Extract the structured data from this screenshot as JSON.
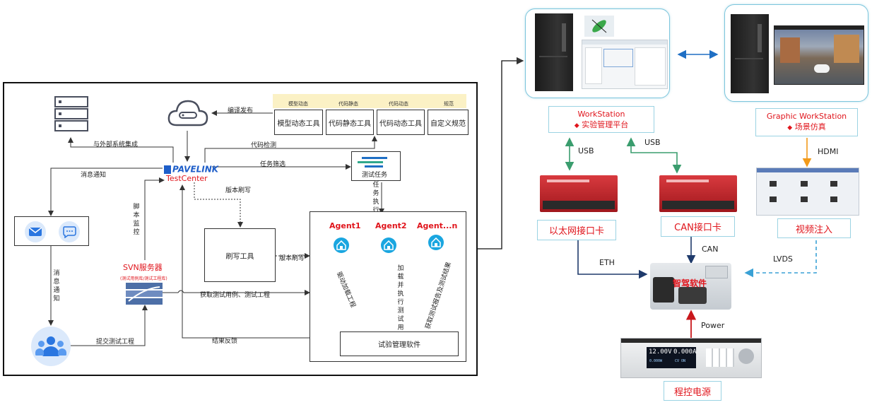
{
  "left": {
    "tools_header": [
      "模型动态",
      "代码静态",
      "代码动态",
      "规范"
    ],
    "tools": [
      "模型动态工具",
      "代码静态工具",
      "代码动态工具",
      "自定义规范"
    ],
    "arrows": {
      "compile_publish": "编译发布",
      "external_integration": "与外部系统集成",
      "code_check": "代码检测",
      "message_notify": "消息通知",
      "task_filter": "任务筛选",
      "version_flash": "版本刷写",
      "script_monitor": "脚本监控",
      "task_exec": "任务执行",
      "version_flash2": "版本刷写",
      "get_cases": "获取测试用例、测试工程",
      "submit_project": "提交测试工程",
      "result_feedback": "结果反馈",
      "message_notify_vertical": "消息通知"
    },
    "testcenter": {
      "logo": "PAVELINK",
      "name": "TestCenter"
    },
    "test_task": "测试任务",
    "flash_tool": "刷写工具",
    "svn": {
      "title": "SVN服务器",
      "subtitle": "(测试用例库/测试工程库)"
    },
    "agents": [
      "Agent1",
      "Agent2",
      "Agent...n"
    ],
    "agent_arrows": [
      "驱动加载工程",
      "加载并执行测试用例",
      "获取测试报告及测试结果"
    ],
    "mgmt_software": "试验管理软件"
  },
  "right": {
    "workstation": {
      "title": "WorkStation",
      "subtitle": "实验管理平台"
    },
    "graphic_workstation": {
      "title": "Graphic WorkStation",
      "subtitle": "场景仿真"
    },
    "ethernet_card": "以太网接口卡",
    "can_card": "CAN接口卡",
    "video_injection": "视频注入",
    "ecu": "智驾软件",
    "power_supply": "程控电源",
    "psu_display": {
      "voltage": "12.00V",
      "current": "0.000A",
      "power": "0.000W",
      "mode": "CV ON"
    },
    "links": {
      "usb1": "USB",
      "usb2": "USB",
      "hdmi": "HDMI",
      "eth": "ETH",
      "can": "CAN",
      "lvds": "LVDS",
      "power": "Power"
    },
    "bullet": "◆"
  },
  "colors": {
    "red": "#e0151c",
    "blue_link": "#1f6fc4",
    "green_link": "#3a9d6e",
    "orange_link": "#f29a1a",
    "navy_link": "#1f3a6b",
    "cyan_link": "#3aa1d5",
    "dark_red_link": "#c9171c"
  }
}
